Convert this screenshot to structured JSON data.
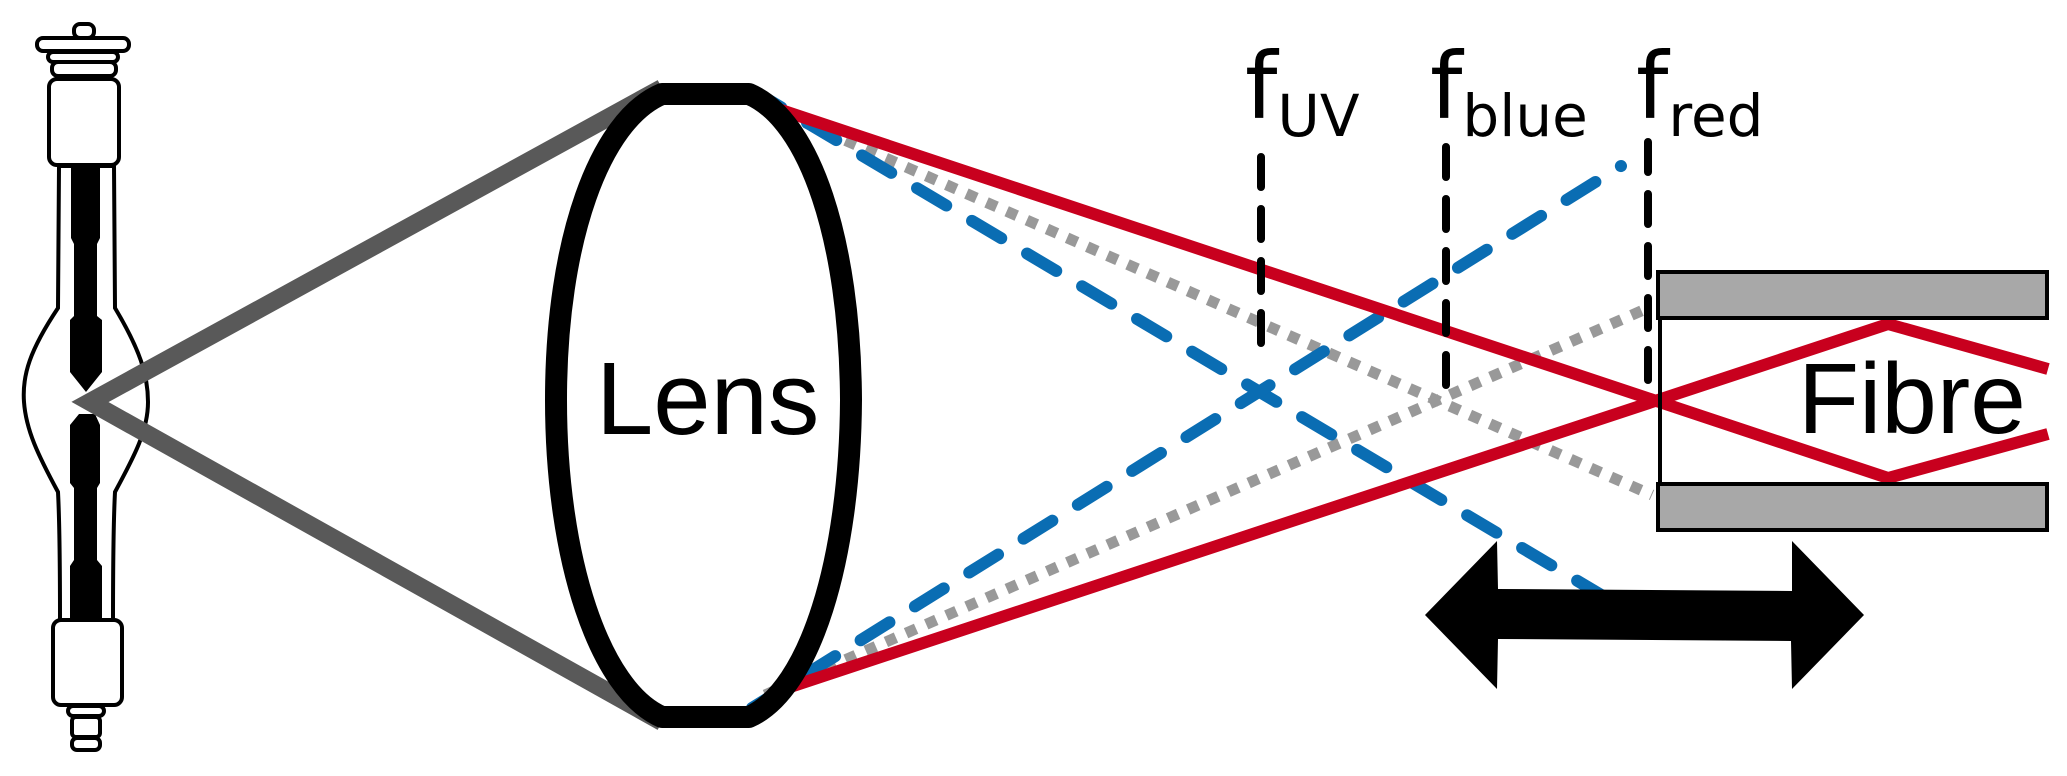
{
  "labels": {
    "lens": "Lens",
    "fibre": "Fibre",
    "focal_uv": {
      "f": "f",
      "sub": "UV"
    },
    "focal_blue": {
      "f": "f",
      "sub": "blue"
    },
    "focal_red": {
      "f": "f",
      "sub": "red"
    }
  },
  "colors": {
    "red_ray": "#c8001e",
    "blue_ray": "#0a6db3",
    "uv_ray": "#999999",
    "source_cone": "#595959",
    "fibre_cladding": "#a8a8a8"
  }
}
